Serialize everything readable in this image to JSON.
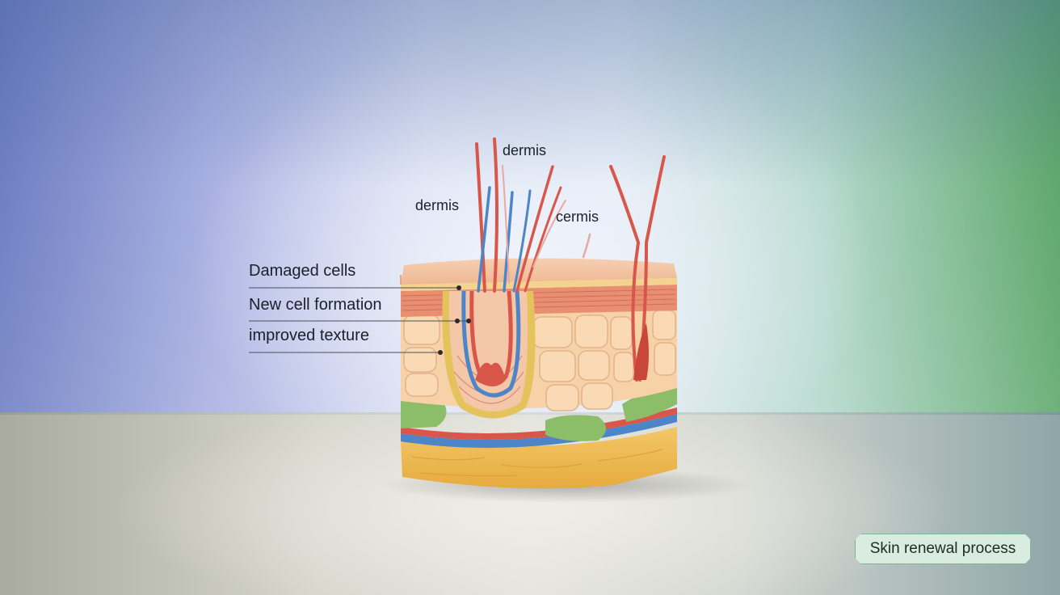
{
  "diagram": {
    "top_labels": [
      "dermis",
      "dermis",
      "cermis"
    ],
    "side_labels": [
      "Damaged cells",
      "New cell formation",
      "improved texture"
    ],
    "caption": "Skin renewal process"
  },
  "colors": {
    "skin": "#f3c9a0",
    "cells": "#f7d1a7",
    "artery": "#d8574a",
    "vein": "#4c86c8",
    "fat": "#f0c25e",
    "tissue": "#8cbd68",
    "badge_border": "#7fb494"
  }
}
